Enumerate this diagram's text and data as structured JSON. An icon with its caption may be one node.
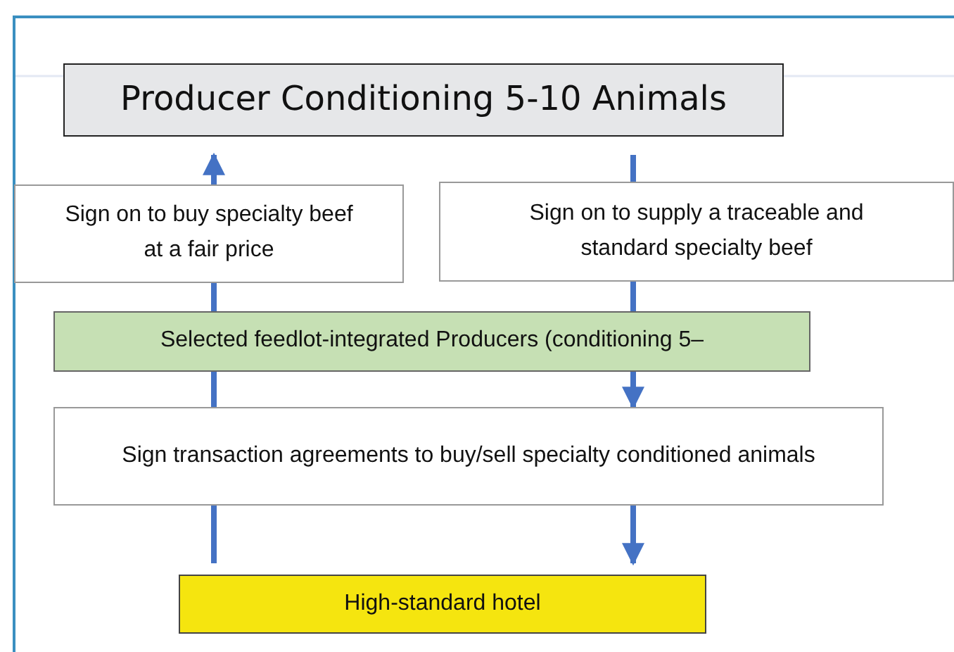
{
  "diagram": {
    "nodes": [
      {
        "text": [
          "Producer Conditioning 5-10 Animals"
        ]
      },
      {
        "text": [
          "Sign on to buy specialty beef at a fair price"
        ]
      },
      {
        "text": [
          "Sign on to supply a traceable and standard specialty beef"
        ]
      },
      {
        "text": [
          "Selected feedlot-integrated Producers (conditioning 5–"
        ]
      },
      {
        "text": [
          "Sign transaction agreements to buy/sell specialty conditioned animals"
        ]
      },
      {
        "text": [
          "High-standard hotel"
        ]
      }
    ],
    "edges": [
      {
        "from": 5,
        "to": 4,
        "arrow": "none"
      },
      {
        "from": 4,
        "to": 3,
        "arrow": "none"
      },
      {
        "from": 3,
        "to": 1,
        "arrow": "none"
      },
      {
        "from": 1,
        "to": 0,
        "arrow": "to"
      },
      {
        "from": 0,
        "to": 2,
        "arrow": "none"
      },
      {
        "from": 2,
        "to": 3,
        "arrow": "none"
      },
      {
        "from": 3,
        "to": 4,
        "arrow": "to"
      },
      {
        "from": 4,
        "to": 5,
        "arrow": "to"
      }
    ]
  }
}
